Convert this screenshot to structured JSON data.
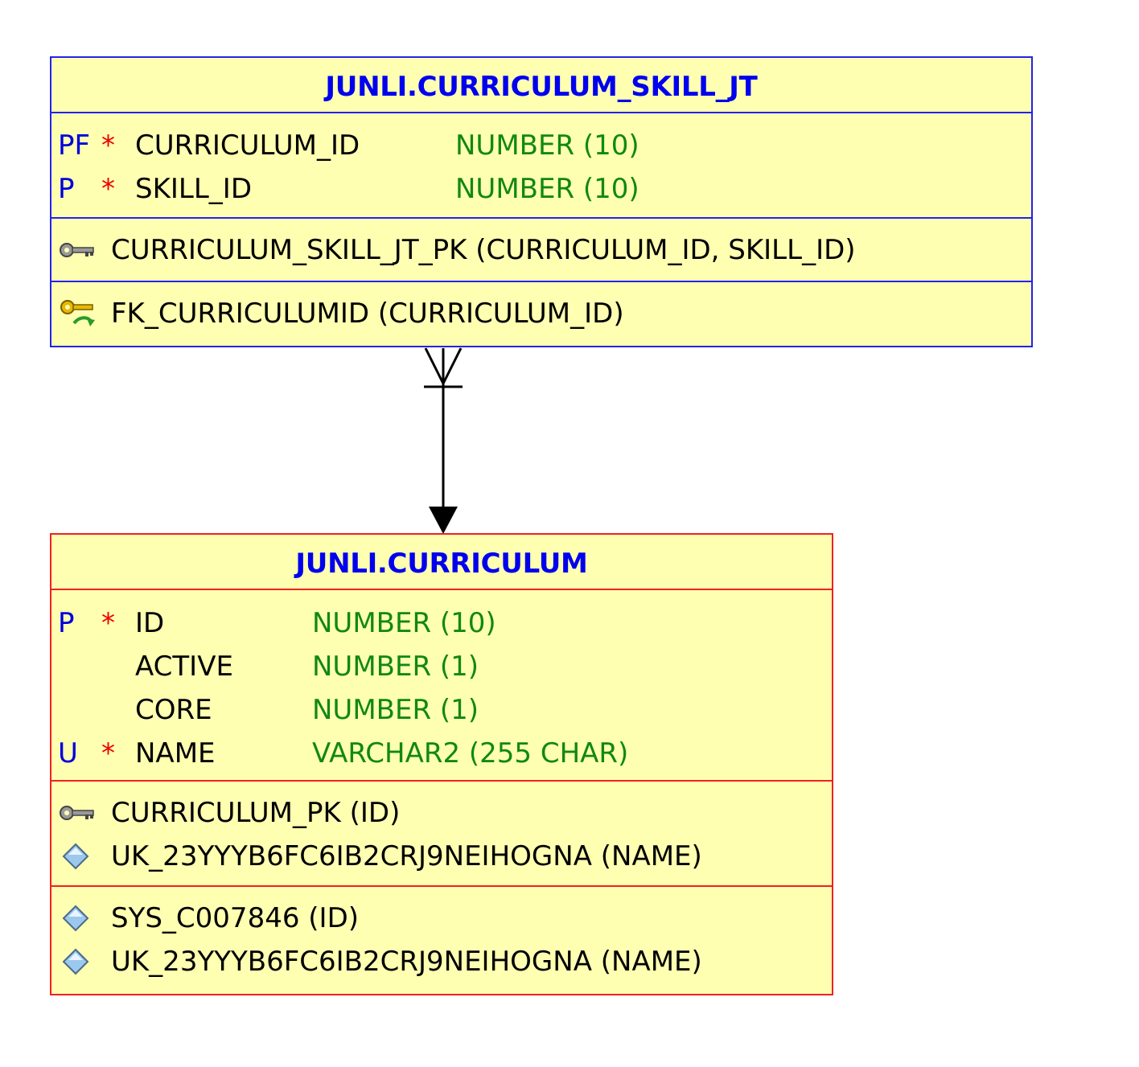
{
  "tables": [
    {
      "title": "JUNLI.CURRICULUM_SKILL_JT",
      "columns": [
        {
          "flag": "PF",
          "required": "*",
          "name": "CURRICULUM_ID",
          "type": "NUMBER (10)"
        },
        {
          "flag": "P",
          "required": "*",
          "name": "SKILL_ID",
          "type": "NUMBER (10)"
        }
      ],
      "primary_keys": [
        {
          "icon": "primary-key-icon",
          "text": "CURRICULUM_SKILL_JT_PK (CURRICULUM_ID, SKILL_ID)"
        }
      ],
      "foreign_keys": [
        {
          "icon": "foreign-key-icon",
          "text": "FK_CURRICULUMID (CURRICULUM_ID)"
        }
      ]
    },
    {
      "title": "JUNLI.CURRICULUM",
      "columns": [
        {
          "flag": "P",
          "required": "*",
          "name": "ID",
          "type": "NUMBER (10)"
        },
        {
          "flag": "",
          "required": "",
          "name": "ACTIVE",
          "type": "NUMBER (1)"
        },
        {
          "flag": "",
          "required": "",
          "name": "CORE",
          "type": "NUMBER (1)"
        },
        {
          "flag": "U",
          "required": "*",
          "name": "NAME",
          "type": "VARCHAR2 (255 CHAR)"
        }
      ],
      "keys": [
        {
          "icon": "primary-key-icon",
          "text": "CURRICULUM_PK (ID)"
        },
        {
          "icon": "unique-key-icon",
          "text": "UK_23YYYB6FC6IB2CRJ9NEIHOGNA (NAME)"
        }
      ],
      "indexes": [
        {
          "icon": "index-icon",
          "text": "SYS_C007846 (ID)"
        },
        {
          "icon": "index-icon",
          "text": "UK_23YYYB6FC6IB2CRJ9NEIHOGNA (NAME)"
        }
      ]
    }
  ],
  "colors": {
    "table_fill": "#ffffb2",
    "border_junction": "#2222ee",
    "border_parent": "#ee2222",
    "title_text": "#0000ee",
    "type_text": "#118811",
    "flag_text": "#0000dd",
    "required_text": "#ee0000"
  }
}
